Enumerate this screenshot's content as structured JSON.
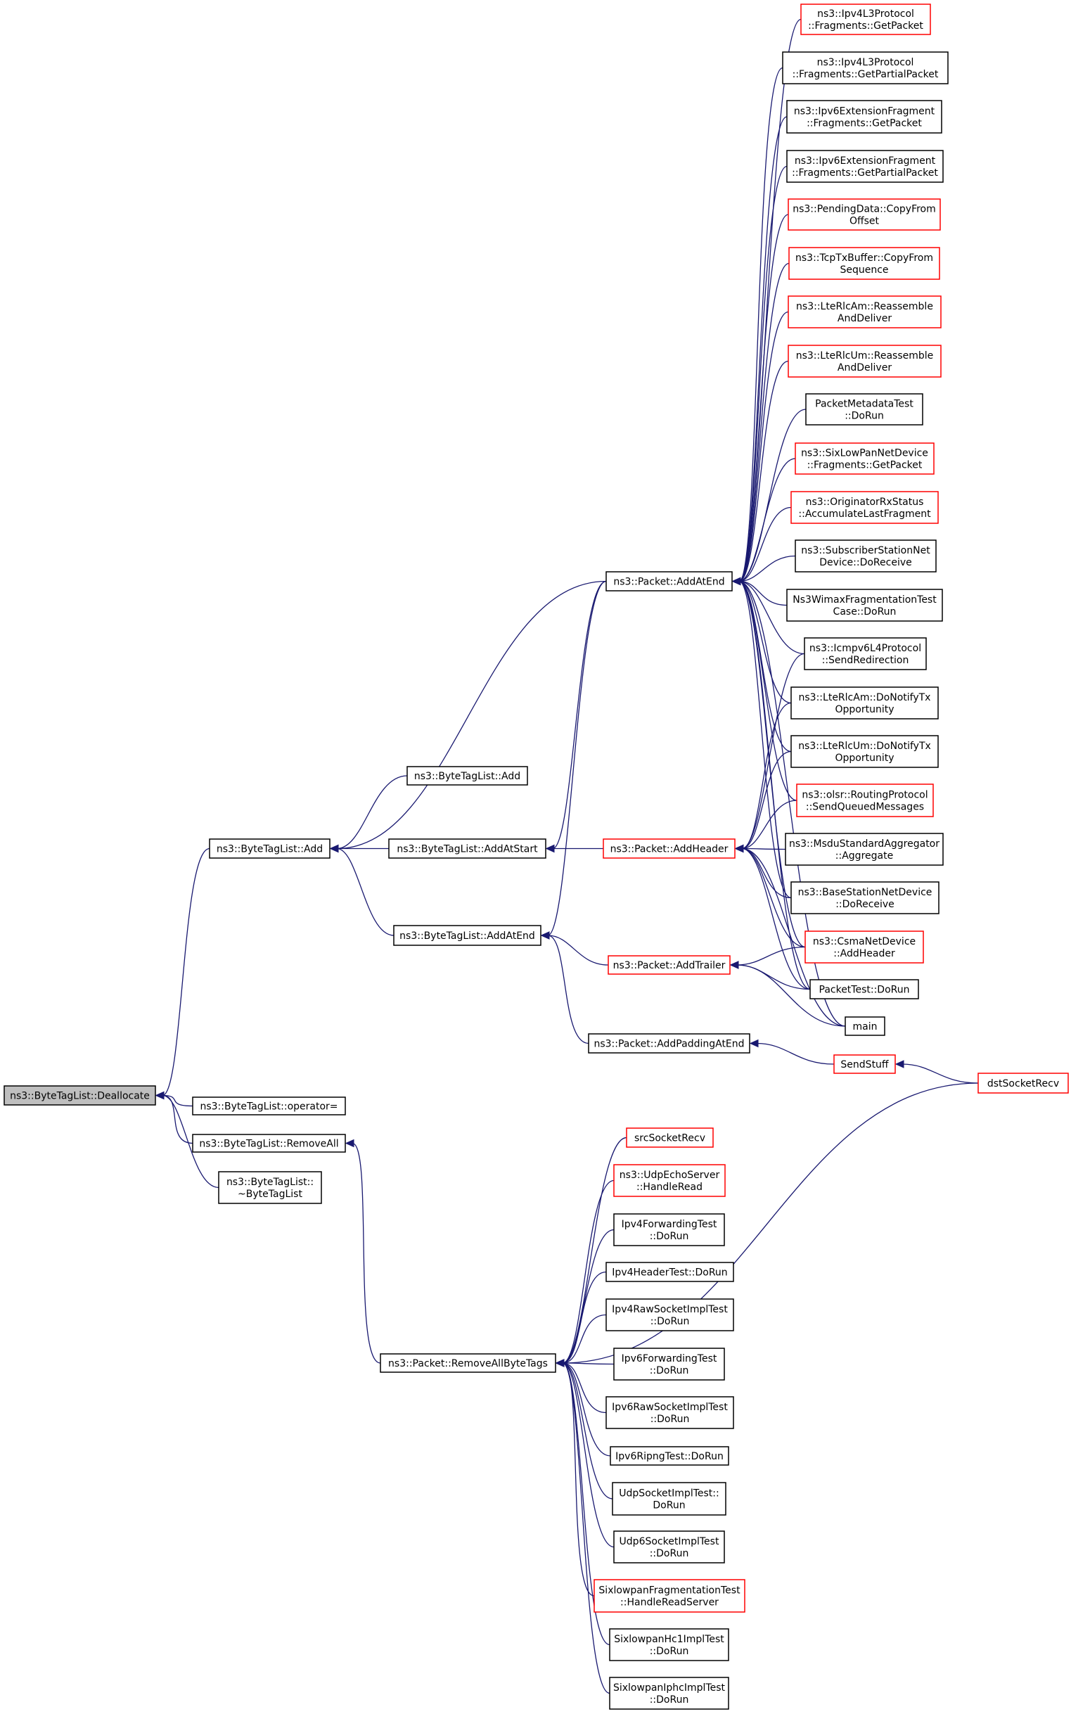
{
  "colors": {
    "edge": "#191970",
    "normal_border": "#000000",
    "highlight_border": "#ff0000",
    "root_fill": "#bfbfbf"
  },
  "nodes": {
    "n_dealloc": {
      "lines": [
        "ns3::ByteTagList::Deallocate"
      ],
      "style": "root"
    },
    "n_add": {
      "lines": [
        "ns3::ByteTagList::Add"
      ],
      "style": "normal"
    },
    "n_add2": {
      "lines": [
        "ns3::ByteTagList::Add"
      ],
      "style": "normal"
    },
    "n_addatstart": {
      "lines": [
        "ns3::ByteTagList::AddAtStart"
      ],
      "style": "normal"
    },
    "n_addatend_btl": {
      "lines": [
        "ns3::ByteTagList::AddAtEnd"
      ],
      "style": "normal"
    },
    "n_operator": {
      "lines": [
        "ns3::ByteTagList::operator="
      ],
      "style": "normal"
    },
    "n_removeall": {
      "lines": [
        "ns3::ByteTagList::RemoveAll"
      ],
      "style": "normal"
    },
    "n_dtor": {
      "lines": [
        "ns3::ByteTagList::",
        "~ByteTagList"
      ],
      "style": "normal"
    },
    "n_p_addatend": {
      "lines": [
        "ns3::Packet::AddAtEnd"
      ],
      "style": "normal"
    },
    "n_p_addheader": {
      "lines": [
        "ns3::Packet::AddHeader"
      ],
      "style": "red"
    },
    "n_p_addtrailer": {
      "lines": [
        "ns3::Packet::AddTrailer"
      ],
      "style": "red"
    },
    "n_p_addpadding": {
      "lines": [
        "ns3::Packet::AddPaddingAtEnd"
      ],
      "style": "normal"
    },
    "n_p_removeallbytetags": {
      "lines": [
        "ns3::Packet::RemoveAllByteTags"
      ],
      "style": "normal"
    },
    "n_ipv4l3_getpacket": {
      "lines": [
        "ns3::Ipv4L3Protocol",
        "::Fragments::GetPacket"
      ],
      "style": "red"
    },
    "n_ipv4l3_getpartial": {
      "lines": [
        "ns3::Ipv4L3Protocol",
        "::Fragments::GetPartialPacket"
      ],
      "style": "normal"
    },
    "n_ipv6ext_getpacket": {
      "lines": [
        "ns3::Ipv6ExtensionFragment",
        "::Fragments::GetPacket"
      ],
      "style": "normal"
    },
    "n_ipv6ext_getpartial": {
      "lines": [
        "ns3::Ipv6ExtensionFragment",
        "::Fragments::GetPartialPacket"
      ],
      "style": "normal"
    },
    "n_pendingdata": {
      "lines": [
        "ns3::PendingData::CopyFrom",
        "Offset"
      ],
      "style": "red"
    },
    "n_tcptxbuffer": {
      "lines": [
        "ns3::TcpTxBuffer::CopyFrom",
        "Sequence"
      ],
      "style": "red"
    },
    "n_lterlcam_reassemble": {
      "lines": [
        "ns3::LteRlcAm::Reassemble",
        "AndDeliver"
      ],
      "style": "red"
    },
    "n_lterlcum_reassemble": {
      "lines": [
        "ns3::LteRlcUm::Reassemble",
        "AndDeliver"
      ],
      "style": "red"
    },
    "n_packetmetadatatest": {
      "lines": [
        "PacketMetadataTest",
        "::DoRun"
      ],
      "style": "normal"
    },
    "n_sixlowpan_getpacket": {
      "lines": [
        "ns3::SixLowPanNetDevice",
        "::Fragments::GetPacket"
      ],
      "style": "red"
    },
    "n_originator": {
      "lines": [
        "ns3::OriginatorRxStatus",
        "::AccumulateLastFragment"
      ],
      "style": "red"
    },
    "n_subscriber": {
      "lines": [
        "ns3::SubscriberStationNet",
        "Device::DoReceive"
      ],
      "style": "normal"
    },
    "n_ns3wimax": {
      "lines": [
        "Ns3WimaxFragmentationTest",
        "Case::DoRun"
      ],
      "style": "normal"
    },
    "n_icmpv6": {
      "lines": [
        "ns3::Icmpv6L4Protocol",
        "::SendRedirection"
      ],
      "style": "normal"
    },
    "n_lterlcam_notify": {
      "lines": [
        "ns3::LteRlcAm::DoNotifyTx",
        "Opportunity"
      ],
      "style": "normal"
    },
    "n_lterlcum_notify": {
      "lines": [
        "ns3::LteRlcUm::DoNotifyTx",
        "Opportunity"
      ],
      "style": "normal"
    },
    "n_olsr": {
      "lines": [
        "ns3::olsr::RoutingProtocol",
        "::SendQueuedMessages"
      ],
      "style": "red"
    },
    "n_msdu": {
      "lines": [
        "ns3::MsduStandardAggregator",
        "::Aggregate"
      ],
      "style": "normal"
    },
    "n_basestation": {
      "lines": [
        "ns3::BaseStationNetDevice",
        "::DoReceive"
      ],
      "style": "normal"
    },
    "n_csma": {
      "lines": [
        "ns3::CsmaNetDevice",
        "::AddHeader"
      ],
      "style": "red"
    },
    "n_packettest": {
      "lines": [
        "PacketTest::DoRun"
      ],
      "style": "normal"
    },
    "n_main": {
      "lines": [
        "main"
      ],
      "style": "normal"
    },
    "n_sendstuff": {
      "lines": [
        "SendStuff"
      ],
      "style": "red"
    },
    "n_dstsocketrecv": {
      "lines": [
        "dstSocketRecv"
      ],
      "style": "red"
    },
    "n_srcsocketrecv": {
      "lines": [
        "srcSocketRecv"
      ],
      "style": "red"
    },
    "n_udpecho": {
      "lines": [
        "ns3::UdpEchoServer",
        "::HandleRead"
      ],
      "style": "red"
    },
    "n_ipv4fwd": {
      "lines": [
        "Ipv4ForwardingTest",
        "::DoRun"
      ],
      "style": "normal"
    },
    "n_ipv4header": {
      "lines": [
        "Ipv4HeaderTest::DoRun"
      ],
      "style": "normal"
    },
    "n_ipv4raw": {
      "lines": [
        "Ipv4RawSocketImplTest",
        "::DoRun"
      ],
      "style": "normal"
    },
    "n_ipv6fwd": {
      "lines": [
        "Ipv6ForwardingTest",
        "::DoRun"
      ],
      "style": "normal"
    },
    "n_ipv6raw": {
      "lines": [
        "Ipv6RawSocketImplTest",
        "::DoRun"
      ],
      "style": "normal"
    },
    "n_ipv6ripng": {
      "lines": [
        "Ipv6RipngTest::DoRun"
      ],
      "style": "normal"
    },
    "n_udpsocket": {
      "lines": [
        "UdpSocketImplTest::",
        "DoRun"
      ],
      "style": "normal"
    },
    "n_udp6socket": {
      "lines": [
        "Udp6SocketImplTest",
        "::DoRun"
      ],
      "style": "normal"
    },
    "n_sixlowpanfrag": {
      "lines": [
        "SixlowpanFragmentationTest",
        "::HandleReadServer"
      ],
      "style": "red"
    },
    "n_sixlowpanhc1": {
      "lines": [
        "SixlowpanHc1ImplTest",
        "::DoRun"
      ],
      "style": "normal"
    },
    "n_sixlowpaniphc": {
      "lines": [
        "SixlowpanIphcImplTest",
        "::DoRun"
      ],
      "style": "normal"
    }
  },
  "edges": [
    [
      "n_dealloc",
      "n_add"
    ],
    [
      "n_dealloc",
      "n_operator"
    ],
    [
      "n_dealloc",
      "n_removeall"
    ],
    [
      "n_dealloc",
      "n_dtor"
    ],
    [
      "n_add",
      "n_add2"
    ],
    [
      "n_add",
      "n_addatstart"
    ],
    [
      "n_add",
      "n_addatend_btl"
    ],
    [
      "n_add",
      "n_p_addatend"
    ],
    [
      "n_addatstart",
      "n_p_addatend"
    ],
    [
      "n_addatstart",
      "n_p_addheader"
    ],
    [
      "n_addatend_btl",
      "n_p_addatend"
    ],
    [
      "n_addatend_btl",
      "n_p_addtrailer"
    ],
    [
      "n_addatend_btl",
      "n_p_addpadding"
    ],
    [
      "n_p_addatend",
      "n_ipv4l3_getpacket"
    ],
    [
      "n_p_addatend",
      "n_ipv4l3_getpartial"
    ],
    [
      "n_p_addatend",
      "n_ipv6ext_getpacket"
    ],
    [
      "n_p_addatend",
      "n_ipv6ext_getpartial"
    ],
    [
      "n_p_addatend",
      "n_pendingdata"
    ],
    [
      "n_p_addatend",
      "n_tcptxbuffer"
    ],
    [
      "n_p_addatend",
      "n_lterlcam_reassemble"
    ],
    [
      "n_p_addatend",
      "n_lterlcum_reassemble"
    ],
    [
      "n_p_addatend",
      "n_packetmetadatatest"
    ],
    [
      "n_p_addatend",
      "n_sixlowpan_getpacket"
    ],
    [
      "n_p_addatend",
      "n_originator"
    ],
    [
      "n_p_addatend",
      "n_subscriber"
    ],
    [
      "n_p_addatend",
      "n_ns3wimax"
    ],
    [
      "n_p_addatend",
      "n_icmpv6"
    ],
    [
      "n_p_addatend",
      "n_lterlcam_notify"
    ],
    [
      "n_p_addatend",
      "n_lterlcum_notify"
    ],
    [
      "n_p_addatend",
      "n_olsr"
    ],
    [
      "n_p_addatend",
      "n_basestation"
    ],
    [
      "n_p_addatend",
      "n_csma"
    ],
    [
      "n_p_addatend",
      "n_packettest"
    ],
    [
      "n_p_addatend",
      "n_main"
    ],
    [
      "n_p_addheader",
      "n_icmpv6"
    ],
    [
      "n_p_addheader",
      "n_lterlcam_notify"
    ],
    [
      "n_p_addheader",
      "n_lterlcum_notify"
    ],
    [
      "n_p_addheader",
      "n_olsr"
    ],
    [
      "n_p_addheader",
      "n_msdu"
    ],
    [
      "n_p_addheader",
      "n_basestation"
    ],
    [
      "n_p_addheader",
      "n_csma"
    ],
    [
      "n_p_addheader",
      "n_packettest"
    ],
    [
      "n_p_addheader",
      "n_main"
    ],
    [
      "n_p_addtrailer",
      "n_csma"
    ],
    [
      "n_p_addtrailer",
      "n_packettest"
    ],
    [
      "n_p_addtrailer",
      "n_main"
    ],
    [
      "n_p_addpadding",
      "n_sendstuff"
    ],
    [
      "n_sendstuff",
      "n_dstsocketrecv"
    ],
    [
      "n_removeall",
      "n_p_removeallbytetags"
    ],
    [
      "n_p_removeallbytetags",
      "n_dstsocketrecv"
    ],
    [
      "n_p_removeallbytetags",
      "n_srcsocketrecv"
    ],
    [
      "n_p_removeallbytetags",
      "n_udpecho"
    ],
    [
      "n_p_removeallbytetags",
      "n_ipv4fwd"
    ],
    [
      "n_p_removeallbytetags",
      "n_ipv4header"
    ],
    [
      "n_p_removeallbytetags",
      "n_ipv4raw"
    ],
    [
      "n_p_removeallbytetags",
      "n_ipv6fwd"
    ],
    [
      "n_p_removeallbytetags",
      "n_ipv6raw"
    ],
    [
      "n_p_removeallbytetags",
      "n_ipv6ripng"
    ],
    [
      "n_p_removeallbytetags",
      "n_udpsocket"
    ],
    [
      "n_p_removeallbytetags",
      "n_udp6socket"
    ],
    [
      "n_p_removeallbytetags",
      "n_sixlowpanfrag"
    ],
    [
      "n_p_removeallbytetags",
      "n_sixlowpanhc1"
    ],
    [
      "n_p_removeallbytetags",
      "n_sixlowpaniphc"
    ]
  ]
}
